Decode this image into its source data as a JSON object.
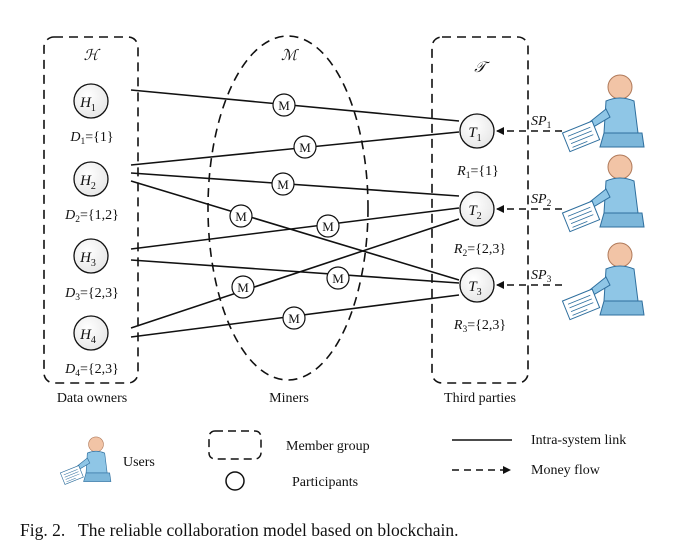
{
  "groups": {
    "owners": {
      "symbol": "ℋ",
      "label": "Data owners"
    },
    "miners": {
      "symbol": "ℳ",
      "label": "Miners"
    },
    "third_parties": {
      "symbol": "𝒯",
      "label": "Third parties"
    }
  },
  "owners": [
    {
      "name": "H",
      "sub": "1",
      "set_label": "D",
      "set_sub": "1",
      "set_value": "={1}"
    },
    {
      "name": "H",
      "sub": "2",
      "set_label": "D",
      "set_sub": "2",
      "set_value": "={1,2}"
    },
    {
      "name": "H",
      "sub": "3",
      "set_label": "D",
      "set_sub": "3",
      "set_value": "={2,3}"
    },
    {
      "name": "H",
      "sub": "4",
      "set_label": "D",
      "set_sub": "4",
      "set_value": "={2,3}"
    }
  ],
  "third_parties": [
    {
      "name": "T",
      "sub": "1",
      "set_label": "R",
      "set_sub": "1",
      "set_value": "={1}"
    },
    {
      "name": "T",
      "sub": "2",
      "set_label": "R",
      "set_sub": "2",
      "set_value": "={2,3}"
    },
    {
      "name": "T",
      "sub": "3",
      "set_label": "R",
      "set_sub": "3",
      "set_value": "={2,3}"
    }
  ],
  "miner_label": "M",
  "money_flows": [
    {
      "label": "SP",
      "sub": "1"
    },
    {
      "label": "SP",
      "sub": "2"
    },
    {
      "label": "SP",
      "sub": "3"
    }
  ],
  "legend": {
    "users": "Users",
    "member_group": "Member group",
    "participants": "Participants",
    "intra_link": "Intra-system link",
    "money_flow": "Money flow"
  },
  "caption": "Fig. 2.   The reliable collaboration model based on blockchain.",
  "colors": {
    "line": "#111111",
    "user_skin": "#f2c4a6",
    "user_body": "#8fc6e6",
    "user_outline": "#2f6f9e",
    "paper": "#ffffff"
  }
}
